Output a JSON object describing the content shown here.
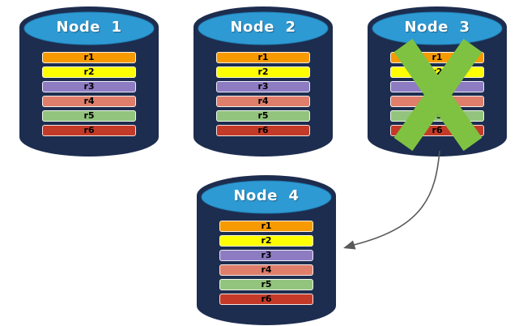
{
  "diagram": {
    "colors": {
      "background": "#FFFFFF",
      "cylinder_body": "#1D2D4F",
      "cylinder_top": "#2E9AD4",
      "cylinder_top_edge": "#1F7FB4",
      "row_text": "#000000",
      "failure_x": "#7FC241",
      "arrow": "#595959"
    },
    "nodes": [
      {
        "id": "node-1",
        "title": "Node  1",
        "status": "active",
        "rows": [
          {
            "label": "r1",
            "color": "#F79A00"
          },
          {
            "label": "r2",
            "color": "#FFFF00"
          },
          {
            "label": "r3",
            "color": "#8E7CC3"
          },
          {
            "label": "r4",
            "color": "#DE7E6B"
          },
          {
            "label": "r5",
            "color": "#93C47D"
          },
          {
            "label": "r6",
            "color": "#C33B28"
          }
        ]
      },
      {
        "id": "node-2",
        "title": "Node  2",
        "status": "active",
        "rows": [
          {
            "label": "r1",
            "color": "#F79A00"
          },
          {
            "label": "r2",
            "color": "#FFFF00"
          },
          {
            "label": "r3",
            "color": "#8E7CC3"
          },
          {
            "label": "r4",
            "color": "#DE7E6B"
          },
          {
            "label": "r5",
            "color": "#93C47D"
          },
          {
            "label": "r6",
            "color": "#C33B28"
          }
        ]
      },
      {
        "id": "node-3",
        "title": "Node  3",
        "status": "failed",
        "rows": [
          {
            "label": "r1",
            "color": "#F79A00"
          },
          {
            "label": "r2",
            "color": "#FFFF00"
          },
          {
            "label": "r3",
            "color": "#8E7CC3"
          },
          {
            "label": "r4",
            "color": "#DE7E6B"
          },
          {
            "label": "r5",
            "color": "#93C47D"
          },
          {
            "label": "r6",
            "color": "#C33B28"
          }
        ]
      },
      {
        "id": "node-4",
        "title": "Node  4",
        "status": "active",
        "rows": [
          {
            "label": "r1",
            "color": "#F79A00"
          },
          {
            "label": "r2",
            "color": "#FFFF00"
          },
          {
            "label": "r3",
            "color": "#8E7CC3"
          },
          {
            "label": "r4",
            "color": "#DE7E6B"
          },
          {
            "label": "r5",
            "color": "#93C47D"
          },
          {
            "label": "r6",
            "color": "#C33B28"
          }
        ]
      }
    ],
    "arrow": {
      "from": "node-3",
      "to": "node-4"
    }
  }
}
